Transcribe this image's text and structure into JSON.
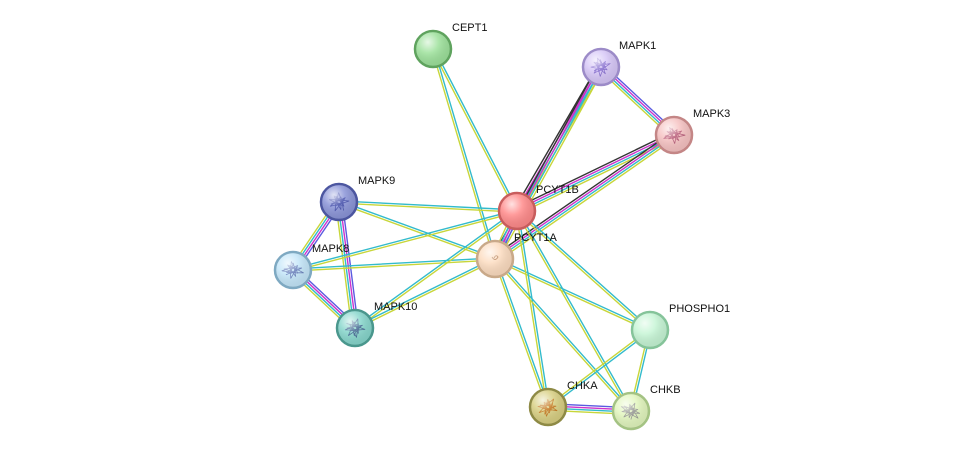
{
  "network": {
    "nodes": [
      {
        "id": "PCYT1B",
        "label": "PCYT1B",
        "color": "#ff8a8a",
        "stroke": "#c85d5d",
        "hasStructure": false
      },
      {
        "id": "PCYT1A",
        "label": "PCYT1A",
        "color": "#fcdcc0",
        "stroke": "#c9a989",
        "hasStructure": false
      },
      {
        "id": "CEPT1",
        "label": "CEPT1",
        "color": "#9de19b",
        "stroke": "#5fa35e",
        "hasStructure": false
      },
      {
        "id": "MAPK1",
        "label": "MAPK1",
        "color": "#d6c6f7",
        "stroke": "#9c8bc8",
        "hasStructure": true,
        "structureColor": "#7a5fc8"
      },
      {
        "id": "MAPK3",
        "label": "MAPK3",
        "color": "#f6c2c2",
        "stroke": "#c48686",
        "hasStructure": true,
        "structureColor": "#b04f6f"
      },
      {
        "id": "MAPK9",
        "label": "MAPK9",
        "color": "#8b95d8",
        "stroke": "#4c56a0",
        "hasStructure": true,
        "structureColor": "#3a45a5"
      },
      {
        "id": "MAPK8",
        "label": "MAPK8",
        "color": "#c4e6f9",
        "stroke": "#7ea9c2",
        "hasStructure": true,
        "structureColor": "#5a6fb0"
      },
      {
        "id": "MAPK10",
        "label": "MAPK10",
        "color": "#87d6cc",
        "stroke": "#4a978d",
        "hasStructure": true,
        "structureColor": "#3a5a8a"
      },
      {
        "id": "PHOSPHO1",
        "label": "PHOSPHO1",
        "color": "#c6f5d5",
        "stroke": "#85c49a",
        "hasStructure": false
      },
      {
        "id": "CHKA",
        "label": "CHKA",
        "color": "#d8cf82",
        "stroke": "#8e8a45",
        "hasStructure": true,
        "structureColor": "#c06a10"
      },
      {
        "id": "CHKB",
        "label": "CHKB",
        "color": "#e2f6be",
        "stroke": "#a4c383",
        "hasStructure": true,
        "structureColor": "#8a8a8a"
      }
    ],
    "edge_colors": {
      "coexpression": "#333333",
      "experiments": "#cc33cc",
      "databases": "#33bbcc",
      "textmining": "#c8d63a",
      "homology": "#5a5ae0",
      "neighborhood": "#3355dd"
    },
    "edges": [
      {
        "from": "PCYT1B",
        "to": "MAPK1",
        "types": [
          "coexpression",
          "experiments",
          "databases",
          "textmining"
        ]
      },
      {
        "from": "PCYT1B",
        "to": "MAPK3",
        "types": [
          "coexpression",
          "experiments",
          "databases",
          "textmining"
        ]
      },
      {
        "from": "PCYT1A",
        "to": "MAPK1",
        "types": [
          "coexpression",
          "experiments",
          "databases",
          "textmining"
        ]
      },
      {
        "from": "PCYT1A",
        "to": "MAPK3",
        "types": [
          "coexpression",
          "experiments",
          "databases",
          "textmining"
        ]
      },
      {
        "from": "MAPK1",
        "to": "MAPK3",
        "types": [
          "homology",
          "experiments",
          "databases",
          "textmining"
        ]
      },
      {
        "from": "MAPK9",
        "to": "MAPK8",
        "types": [
          "homology",
          "experiments",
          "databases",
          "textmining"
        ]
      },
      {
        "from": "MAPK9",
        "to": "MAPK10",
        "types": [
          "homology",
          "experiments",
          "databases",
          "textmining"
        ]
      },
      {
        "from": "MAPK8",
        "to": "MAPK10",
        "types": [
          "homology",
          "experiments",
          "databases",
          "textmining"
        ]
      },
      {
        "from": "PCYT1B",
        "to": "PCYT1A",
        "types": [
          "homology",
          "experiments",
          "databases",
          "textmining"
        ]
      },
      {
        "from": "CHKA",
        "to": "CHKB",
        "types": [
          "homology",
          "experiments",
          "databases",
          "textmining"
        ]
      },
      {
        "from": "CEPT1",
        "to": "PCYT1B",
        "types": [
          "databases",
          "textmining"
        ]
      },
      {
        "from": "CEPT1",
        "to": "PCYT1A",
        "types": [
          "databases",
          "textmining"
        ]
      },
      {
        "from": "MAPK9",
        "to": "PCYT1B",
        "types": [
          "databases",
          "textmining"
        ]
      },
      {
        "from": "MAPK9",
        "to": "PCYT1A",
        "types": [
          "databases",
          "textmining"
        ]
      },
      {
        "from": "MAPK8",
        "to": "PCYT1B",
        "types": [
          "databases",
          "textmining"
        ]
      },
      {
        "from": "MAPK8",
        "to": "PCYT1A",
        "types": [
          "databases",
          "textmining"
        ]
      },
      {
        "from": "MAPK10",
        "to": "PCYT1B",
        "types": [
          "databases",
          "textmining"
        ]
      },
      {
        "from": "MAPK10",
        "to": "PCYT1A",
        "types": [
          "databases",
          "textmining"
        ]
      },
      {
        "from": "PCYT1B",
        "to": "PHOSPHO1",
        "types": [
          "databases",
          "textmining"
        ]
      },
      {
        "from": "PCYT1A",
        "to": "PHOSPHO1",
        "types": [
          "databases",
          "textmining"
        ]
      },
      {
        "from": "PCYT1B",
        "to": "CHKA",
        "types": [
          "databases",
          "textmining"
        ]
      },
      {
        "from": "PCYT1B",
        "to": "CHKB",
        "types": [
          "databases",
          "textmining"
        ]
      },
      {
        "from": "PCYT1A",
        "to": "CHKA",
        "types": [
          "databases",
          "textmining"
        ]
      },
      {
        "from": "PCYT1A",
        "to": "CHKB",
        "types": [
          "databases",
          "textmining"
        ]
      },
      {
        "from": "PHOSPHO1",
        "to": "CHKA",
        "types": [
          "databases",
          "textmining"
        ]
      },
      {
        "from": "PHOSPHO1",
        "to": "CHKB",
        "types": [
          "databases",
          "textmining"
        ]
      }
    ]
  }
}
